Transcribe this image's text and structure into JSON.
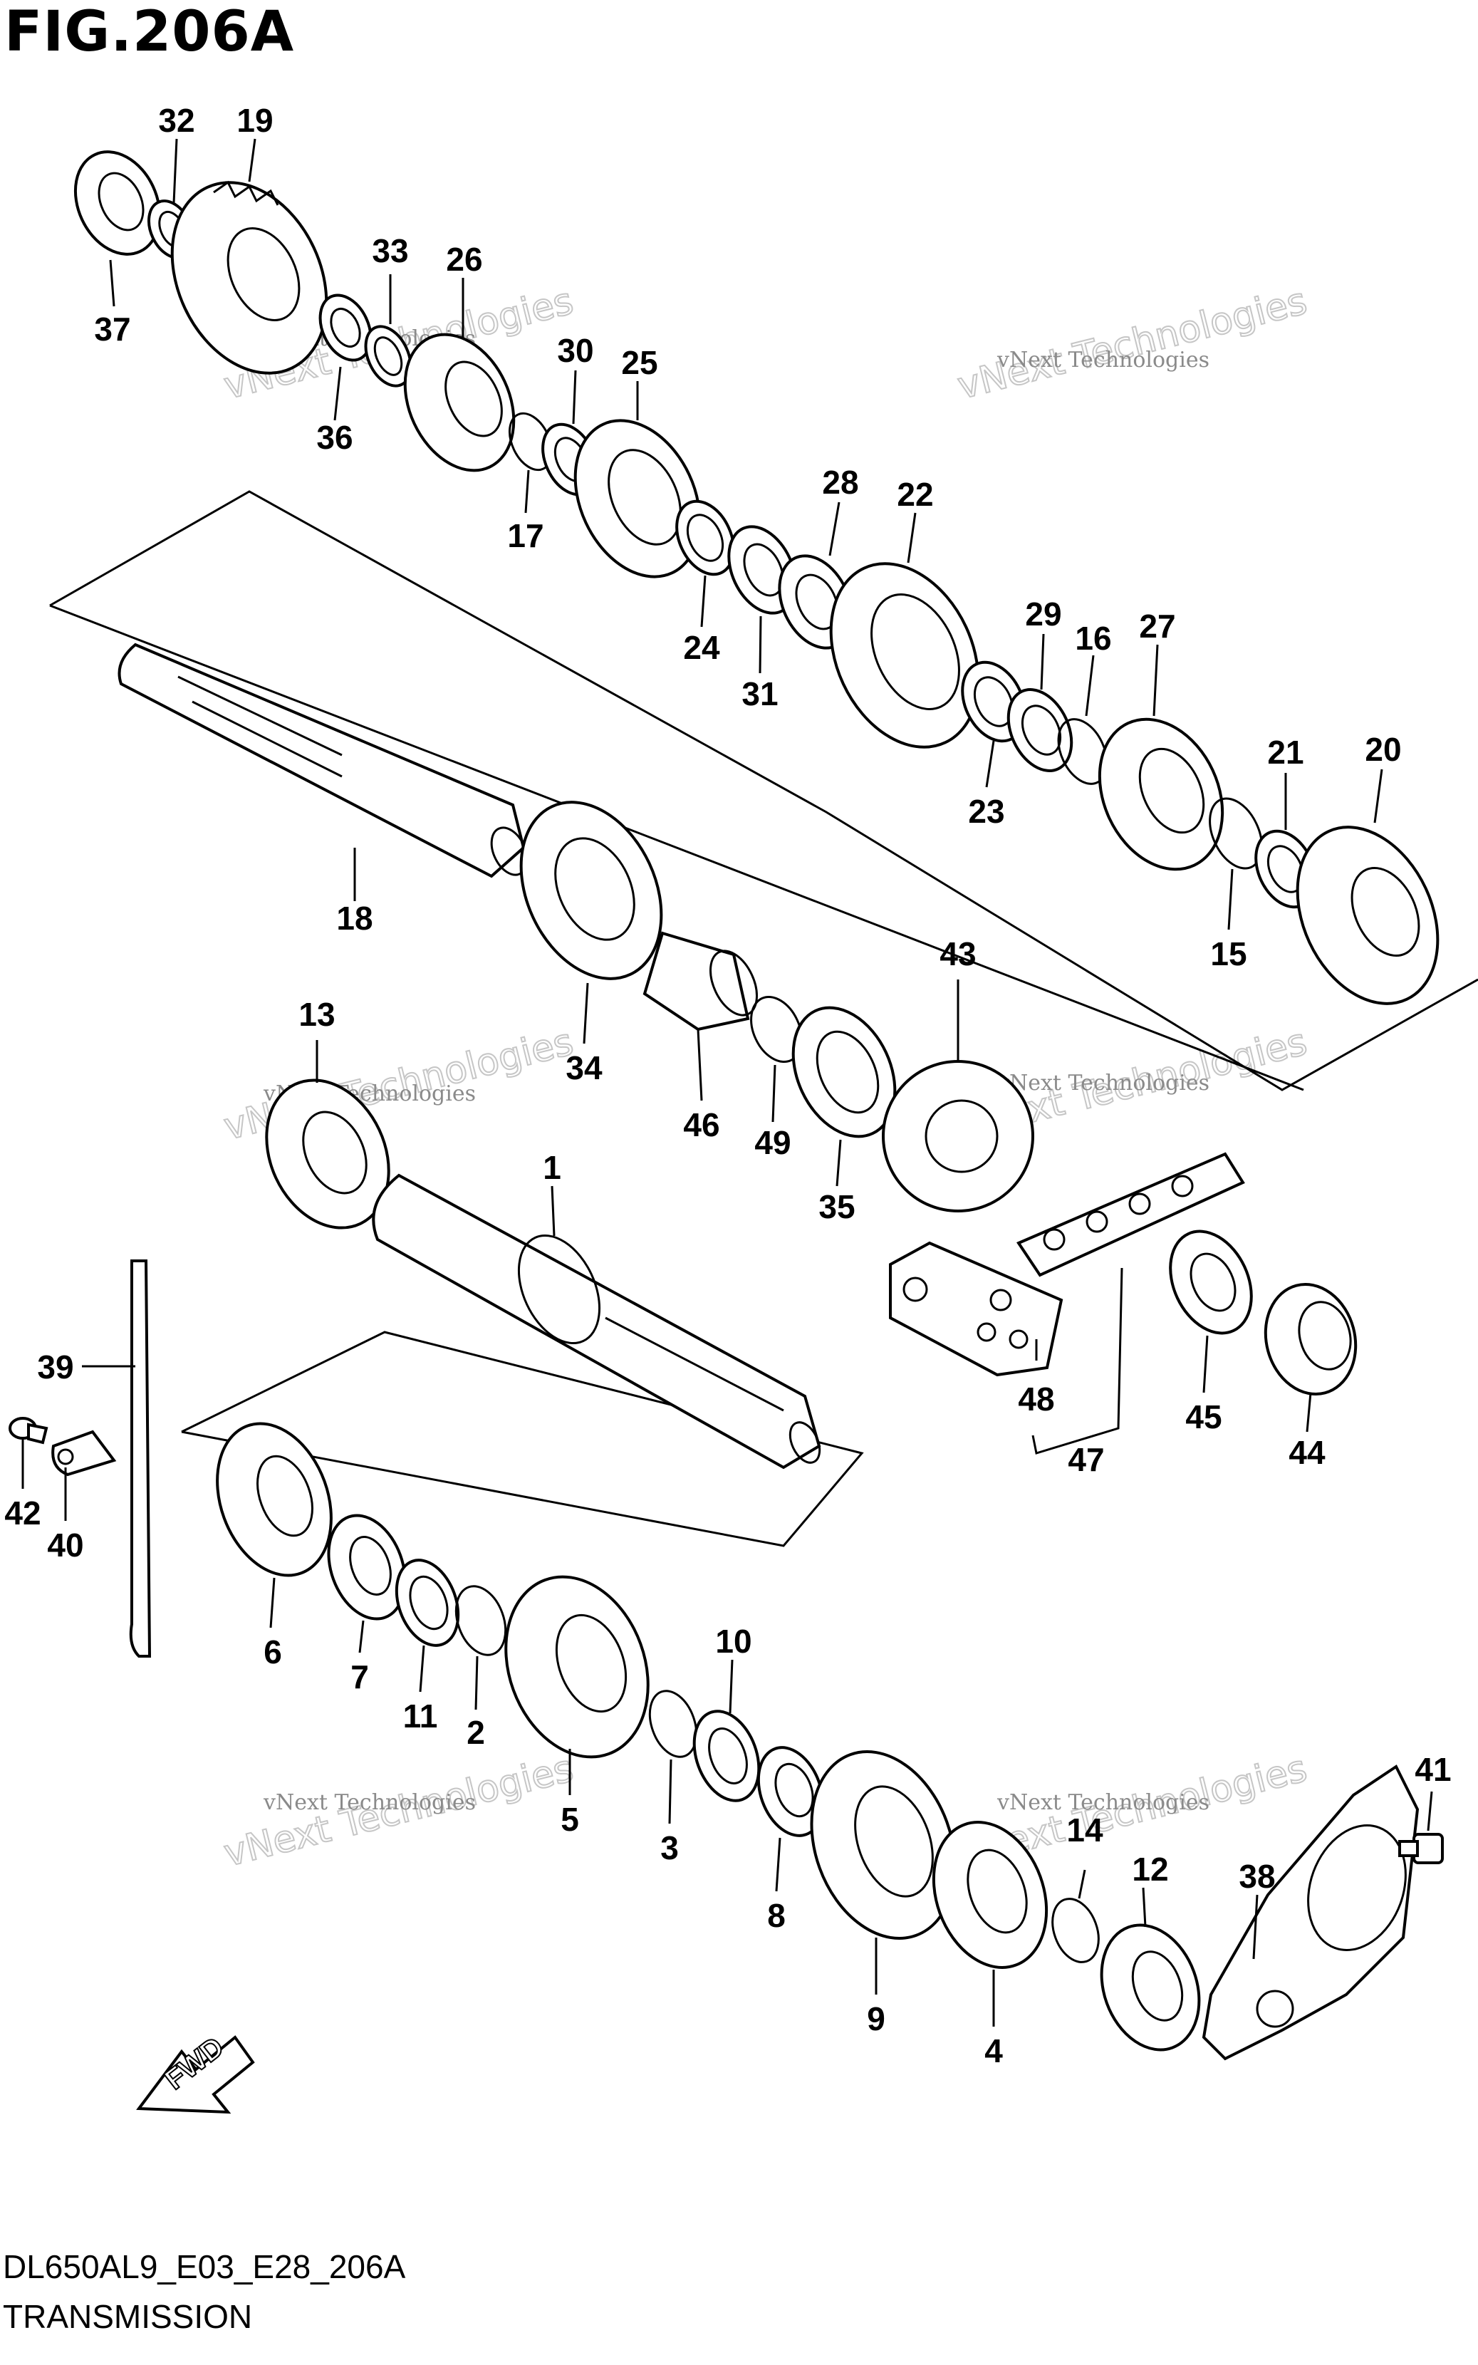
{
  "header": {
    "figure_title": "FIG.206A"
  },
  "footer": {
    "code": "DL650AL9_E03_E28_206A",
    "name": "TRANSMISSION"
  },
  "fwd_label": "FWD",
  "watermark": {
    "small": "vNext Technologies",
    "big": "vNext Technologies"
  },
  "callouts": {
    "c1": "1",
    "c2": "2",
    "c3": "3",
    "c4": "4",
    "c5": "5",
    "c6": "6",
    "c7": "7",
    "c8": "8",
    "c9": "9",
    "c10": "10",
    "c11": "11",
    "c12": "12",
    "c13": "13",
    "c14": "14",
    "c15": "15",
    "c16": "16",
    "c17": "17",
    "c18": "18",
    "c19": "19",
    "c20": "20",
    "c21": "21",
    "c22": "22",
    "c23": "23",
    "c24": "24",
    "c25": "25",
    "c26": "26",
    "c27": "27",
    "c28": "28",
    "c29": "29",
    "c30": "30",
    "c31": "31",
    "c32": "32",
    "c33": "33",
    "c34": "34",
    "c35": "35",
    "c36": "36",
    "c37": "37",
    "c38": "38",
    "c39": "39",
    "c40": "40",
    "c41": "41",
    "c42": "42",
    "c43": "43",
    "c44": "44",
    "c45": "45",
    "c46": "46",
    "c47": "47",
    "c48": "48",
    "c49": "49"
  }
}
